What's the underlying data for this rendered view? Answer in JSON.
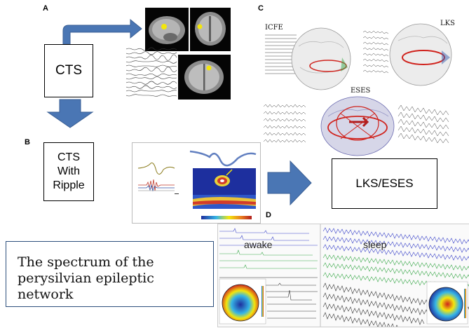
{
  "panels": {
    "a": "A",
    "b": "B",
    "c": "C",
    "d": "D"
  },
  "boxes": {
    "cts": "CTS",
    "cts_ripple_line1": "CTS",
    "cts_ripple_line2": "With",
    "cts_ripple_line3": "Ripple",
    "lks_eses": "LKS/ESES"
  },
  "caption": {
    "line1": "The spectrum of the",
    "line2": "perysilvian epileptic",
    "line3": "network"
  },
  "panel_c_labels": {
    "icfe": "ICFE",
    "lks": "LKS",
    "eses": "ESES"
  },
  "panel_d_labels": {
    "awake": "awake",
    "sleep": "sleep"
  },
  "colors": {
    "arrow_blue": "#4a76b4",
    "arrow_blue_dark": "#3a5f94",
    "caption_border": "#2c4f7c",
    "activation_yellow": "#f3e60c",
    "eeg_blue": "#3a43c9",
    "eeg_green": "#3aa84a",
    "eeg_dark": "#333333"
  }
}
